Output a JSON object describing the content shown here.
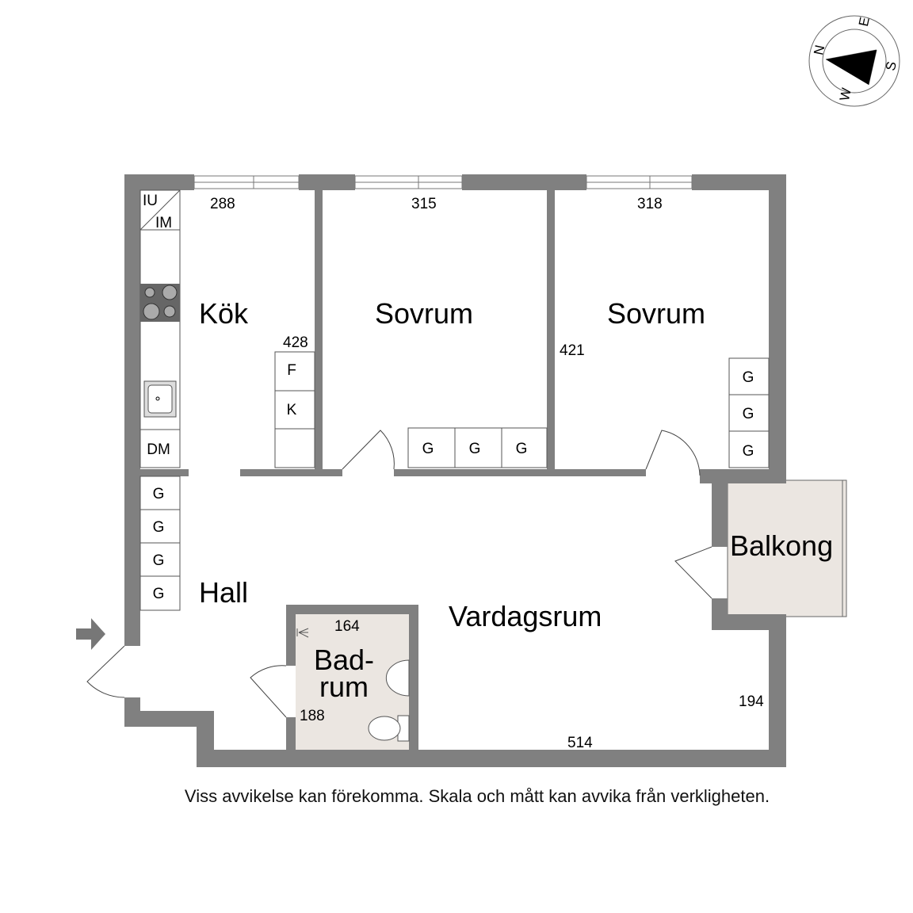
{
  "rooms": {
    "kitchen": "Kök",
    "bedroom1": "Sovrum",
    "bedroom2": "Sovrum",
    "hall": "Hall",
    "living": "Vardagsrum",
    "bathroom_line1": "Bad-",
    "bathroom_line2": "rum",
    "balcony": "Balkong"
  },
  "dimensions": {
    "kitchen_width": "288",
    "kitchen_length": "428",
    "bedroom1_width": "315",
    "bedroom2_width": "318",
    "bedroom_length": "421",
    "bathroom_width": "164",
    "bathroom_length": "188",
    "living_width": "514",
    "living_depth": "194"
  },
  "fixtures": {
    "iu": "IU",
    "im": "IM",
    "dm": "DM",
    "fridge": "F",
    "freezer": "K",
    "wardrobe": "G"
  },
  "compass": {
    "n": "N",
    "e": "E",
    "s": "S",
    "w": "W"
  },
  "disclaimer": "Viss avvikelse kan förekomma. Skala och mått kan avvika från verkligheten.",
  "colors": {
    "wall": "#808080",
    "wet_area": "#ebe6e1"
  }
}
